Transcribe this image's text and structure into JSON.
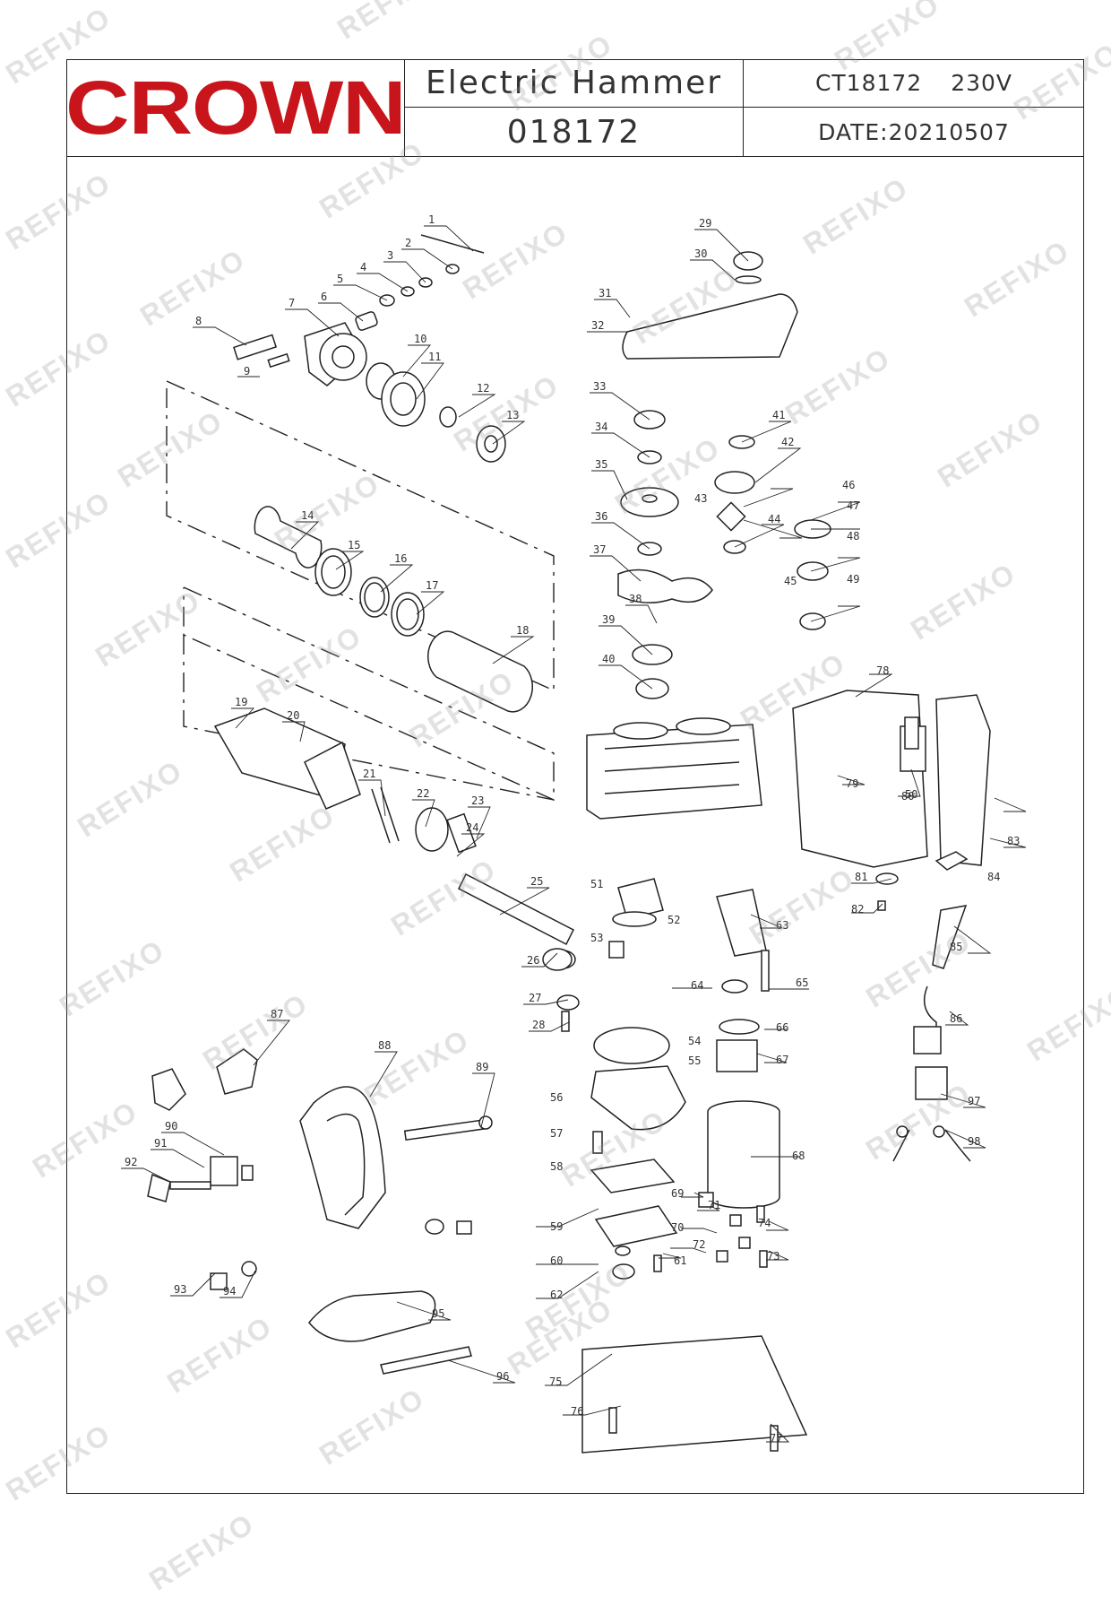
{
  "header": {
    "brand": "CROWN",
    "product_title": "Electric  Hammer",
    "part_code": "018172",
    "model": "CT18172",
    "voltage": "230V",
    "date": "DATE:20210507"
  },
  "watermark": "REFIXO",
  "callouts": [
    "1",
    "2",
    "3",
    "4",
    "5",
    "6",
    "7",
    "8",
    "9",
    "10",
    "11",
    "12",
    "13",
    "14",
    "15",
    "16",
    "17",
    "18",
    "19",
    "20",
    "21",
    "22",
    "23",
    "24",
    "25",
    "26",
    "27",
    "28",
    "29",
    "30",
    "31",
    "32",
    "33",
    "34",
    "35",
    "36",
    "37",
    "38",
    "39",
    "40",
    "41",
    "42",
    "43",
    "44",
    "45",
    "46",
    "47",
    "48",
    "49",
    "50",
    "51",
    "52",
    "53",
    "54",
    "55",
    "56",
    "57",
    "58",
    "59",
    "60",
    "61",
    "62",
    "63",
    "64",
    "65",
    "66",
    "67",
    "68",
    "69",
    "70",
    "71",
    "72",
    "73",
    "74",
    "75",
    "76",
    "77",
    "78",
    "79",
    "80",
    "81",
    "82",
    "83",
    "84",
    "85",
    "86",
    "87",
    "88",
    "89",
    "90",
    "91",
    "92",
    "93",
    "94",
    "95",
    "96",
    "97",
    "98"
  ]
}
